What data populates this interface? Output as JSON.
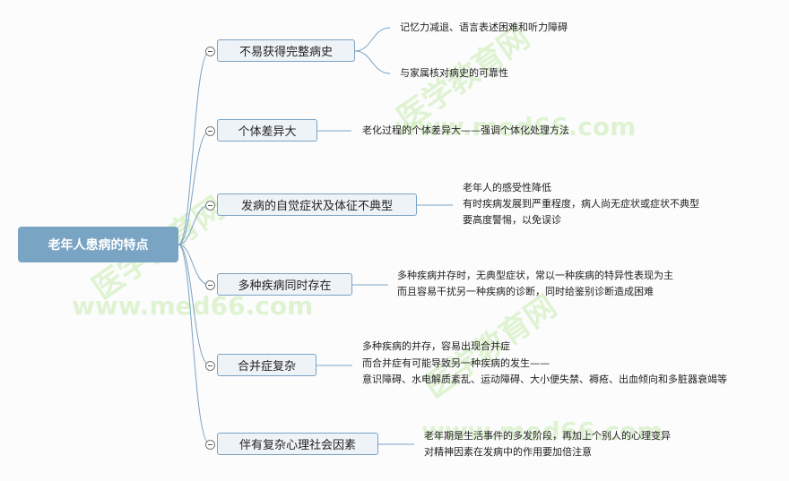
{
  "root": "老年人患病的特点",
  "branches": [
    {
      "label": "不易获得完整病史",
      "details": [
        "记忆力减退、语言表述困难和听力障碍",
        "与家属核对病史的可靠性"
      ]
    },
    {
      "label": "个体差异大",
      "details": [
        "老化过程的个体差异大——强调个体化处理方法"
      ]
    },
    {
      "label": "发病的自觉症状及体征不典型",
      "details": [
        "老年人的感受性降低",
        "有时疾病发展到严重程度，病人尚无症状或症状不典型",
        "要高度警惕，以免误诊"
      ]
    },
    {
      "label": "多种疾病同时存在",
      "details": [
        "多种疾病并存时，无典型症状，常以一种疾病的特异性表现为主",
        "而且容易干扰另一种疾病的诊断，同时给鉴别诊断造成困难"
      ]
    },
    {
      "label": "合并症复杂",
      "details": [
        "多种疾病的并存，容易出现合并症",
        "而合并症有可能导致另一种疾病的发生——",
        "意识障碍、水电解质紊乱、运动障碍、大小便失禁、褥疮、出血倾向和多脏器衰竭等"
      ]
    },
    {
      "label": "伴有复杂心理社会因素",
      "details": [
        "老年期是生活事件的多发阶段，再加上个别人的心理变异",
        "对精神因素在发病中的作用要加倍注意"
      ]
    }
  ],
  "watermark": {
    "cn": "医学教育网",
    "url": "www.med66.com"
  },
  "colors": {
    "root": "#7aa4c4",
    "line": "#7ba3c4",
    "node_bg": "#eef3f7"
  }
}
